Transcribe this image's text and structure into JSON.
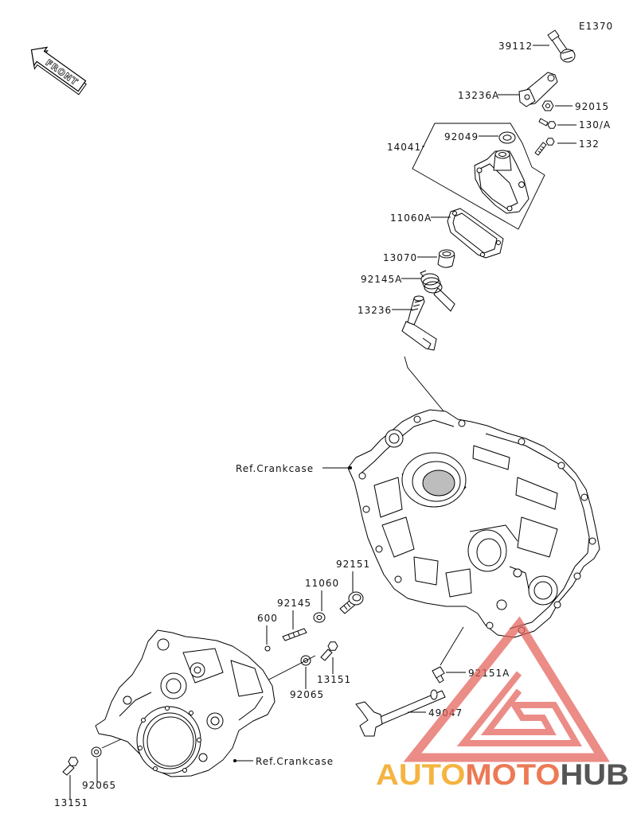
{
  "diagram_code": "E1370",
  "front_arrow": {
    "icon": "front-arrow-icon",
    "label": "FRONT"
  },
  "callouts": [
    {
      "part_no": "39112"
    },
    {
      "part_no": "13236A"
    },
    {
      "part_no": "92015"
    },
    {
      "part_no": "130/A"
    },
    {
      "part_no": "14041"
    },
    {
      "part_no": "92049"
    },
    {
      "part_no": "132"
    },
    {
      "part_no": "11060A"
    },
    {
      "part_no": "13070"
    },
    {
      "part_no": "92145A"
    },
    {
      "part_no": "13236"
    },
    {
      "part_no": "Ref.Crankcase"
    },
    {
      "part_no": "92151"
    },
    {
      "part_no": "11060"
    },
    {
      "part_no": "92145"
    },
    {
      "part_no": "600"
    },
    {
      "part_no": "92065"
    },
    {
      "part_no": "13151"
    },
    {
      "part_no": "92151A"
    },
    {
      "part_no": "49047"
    },
    {
      "part_no": "Ref.Crankcase"
    },
    {
      "part_no": "92065"
    },
    {
      "part_no": "13151"
    }
  ],
  "watermark": {
    "auto": "AUTO",
    "moto": "MOTO",
    "hub": "HUB"
  },
  "colors": {
    "line": "#000000",
    "background": "#ffffff",
    "watermark_red": "#e4605a",
    "watermark_auto": "#f4b440",
    "watermark_moto": "#ec7a55",
    "watermark_hub": "#555555"
  }
}
